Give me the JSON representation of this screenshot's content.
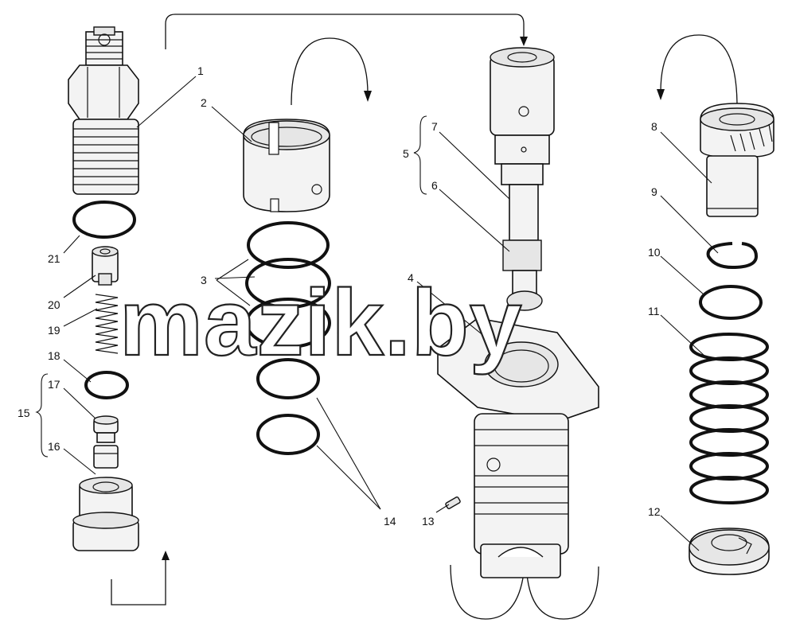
{
  "watermark": "mazik.by",
  "callouts": {
    "c1": "1",
    "c2": "2",
    "c3": "3",
    "c4": "4",
    "c5": "5",
    "c6": "6",
    "c7": "7",
    "c8": "8",
    "c9": "9",
    "c10": "10",
    "c11": "11",
    "c12": "12",
    "c13": "13",
    "c14": "14",
    "c15": "15",
    "c16": "16",
    "c17": "17",
    "c18": "18",
    "c19": "19",
    "c20": "20",
    "c21": "21"
  }
}
